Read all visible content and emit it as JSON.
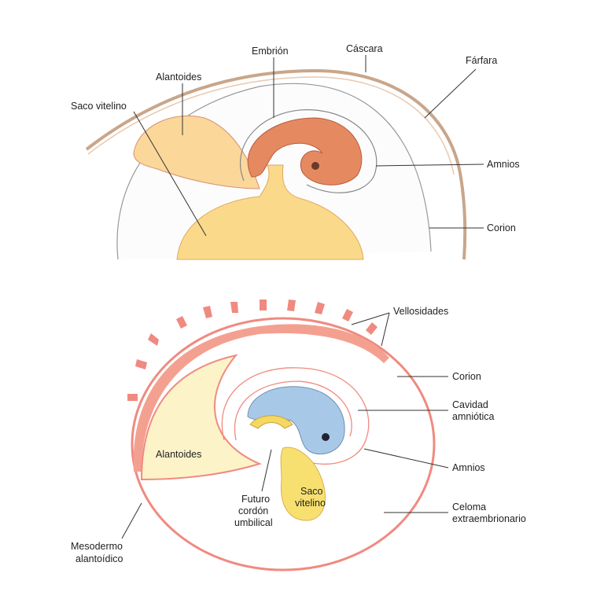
{
  "top_diagram": {
    "labels": {
      "embrion": "Embrión",
      "cascara": "Cáscara",
      "farfara": "Fárfara",
      "alantoides": "Alantoides",
      "saco_vitelino": "Saco vitelino",
      "amnios": "Amnios",
      "corion": "Corion"
    }
  },
  "bottom_diagram": {
    "labels": {
      "vellosidades": "Vellosidades",
      "corion": "Corion",
      "cavidad_1": "Cavidad",
      "cavidad_2": "amniótica",
      "amnios": "Amnios",
      "alantoides": "Alantoides",
      "futuro_1": "Futuro",
      "futuro_2": "cordón",
      "futuro_3": "umbilical",
      "saco_1": "Saco",
      "saco_2": "vitelino",
      "celoma_1": "Celoma",
      "celoma_2": "extraembrionario",
      "mesodermo_1": "Mesodermo",
      "mesodermo_2": "alantoídico"
    }
  },
  "colors": {
    "red": "#e8776a",
    "yellow": "#fbe7a0",
    "blue": "#a8c8e8",
    "orange": "#e58a60"
  }
}
